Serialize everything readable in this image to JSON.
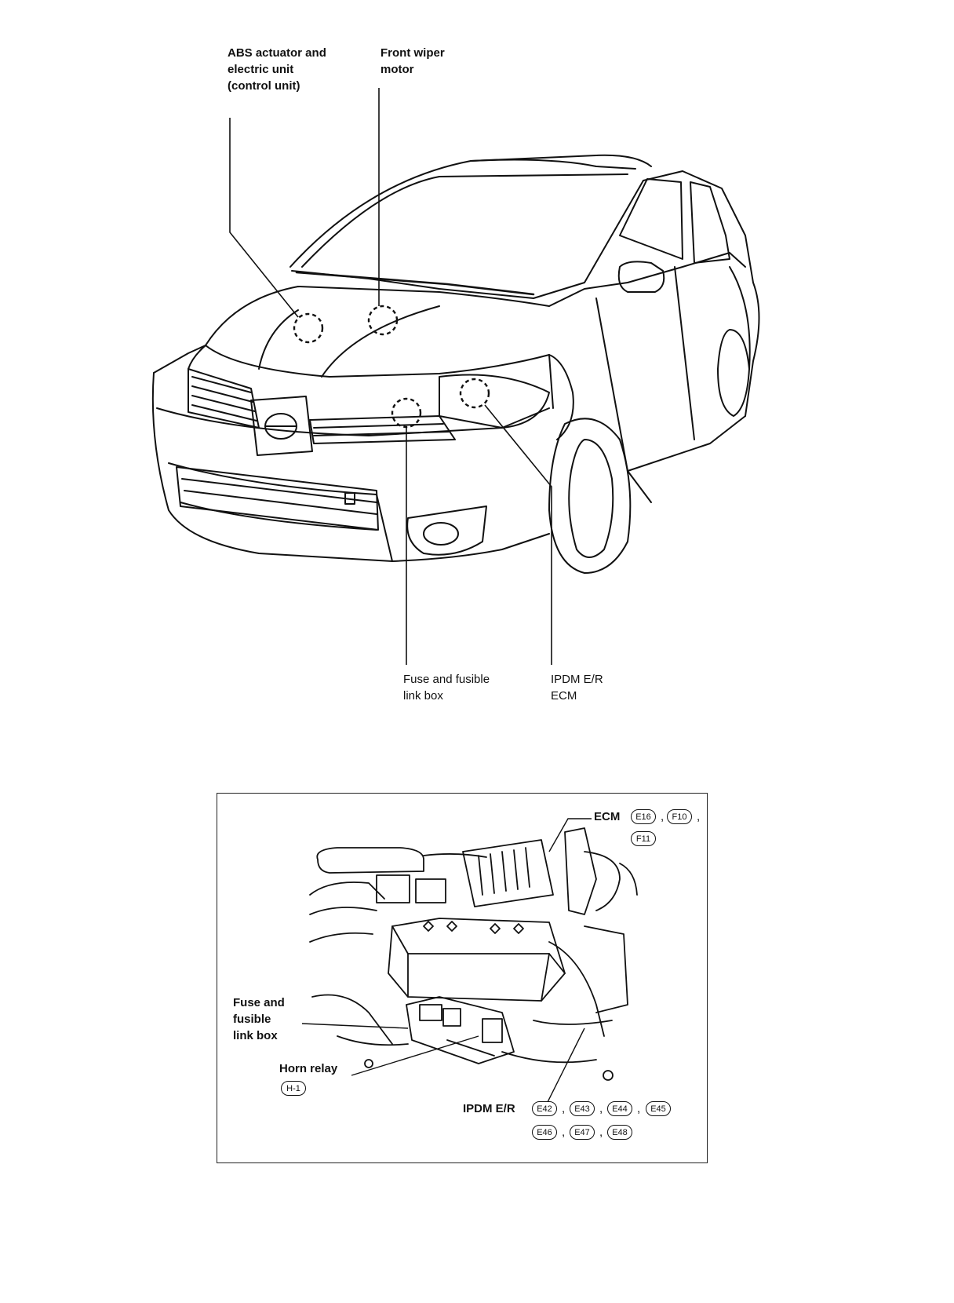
{
  "car_diagram": {
    "callouts": {
      "abs": [
        "ABS actuator and",
        "electric unit",
        "(control unit)"
      ],
      "wiper": [
        "Front wiper",
        "motor"
      ],
      "fuse": [
        "Fuse and fusible",
        "link box"
      ],
      "ipdm": [
        "IPDM E/R",
        "ECM"
      ]
    }
  },
  "engine_diagram": {
    "ecm": {
      "label": "ECM",
      "connectors": [
        "E16",
        "F10",
        "F11"
      ]
    },
    "fuse_box": [
      "Fuse and",
      "fusible",
      "link box"
    ],
    "horn_relay": {
      "label": "Horn relay",
      "connector": "H-1"
    },
    "ipdm": {
      "label": "IPDM E/R",
      "connectors_row1": [
        "E42",
        "E43",
        "E44",
        "E45"
      ],
      "connectors_row2": [
        "E46",
        "E47",
        "E48"
      ]
    },
    "separator": ","
  }
}
